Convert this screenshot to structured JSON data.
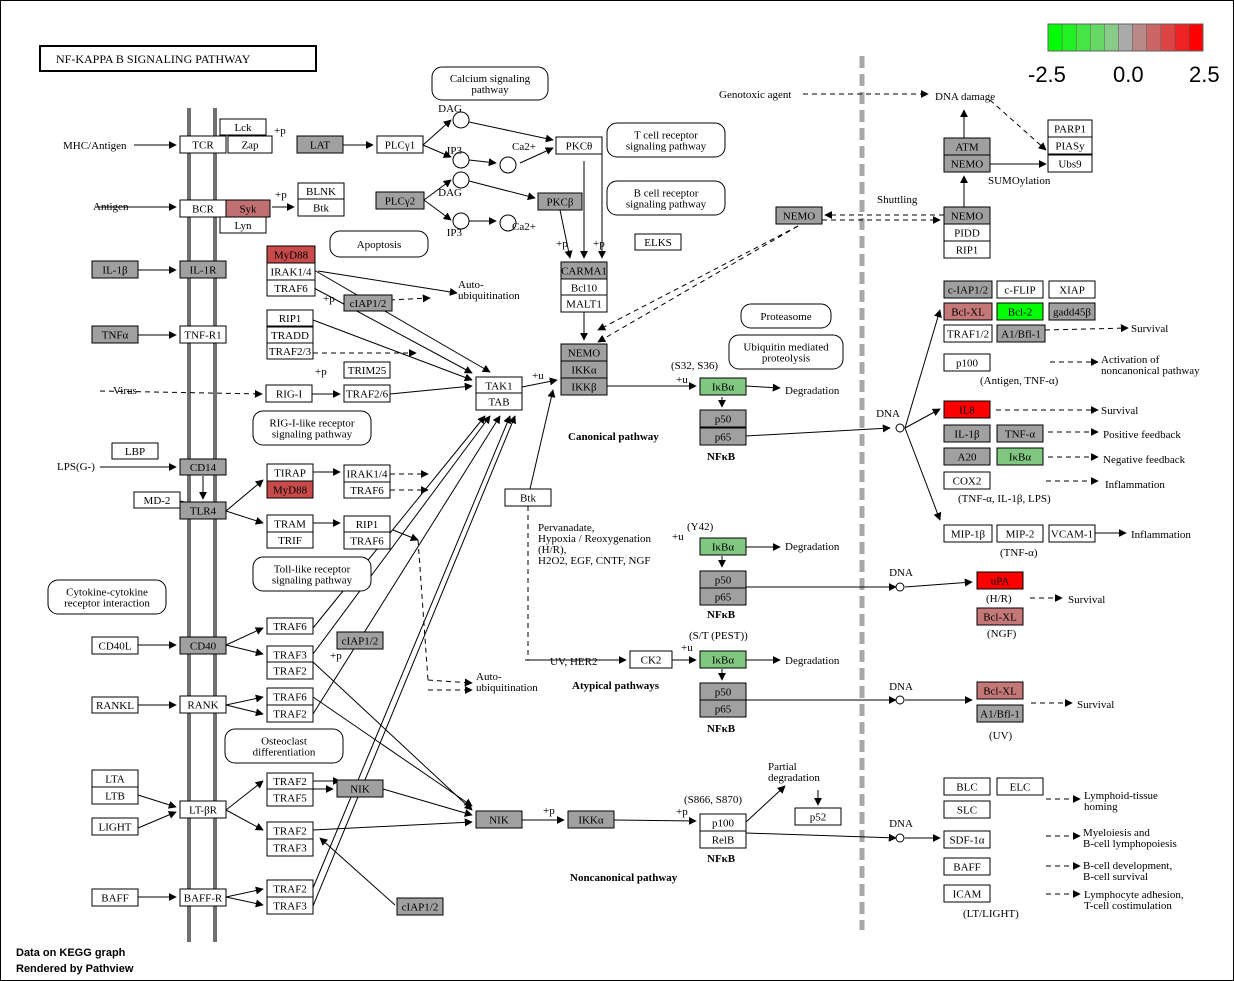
{
  "title": "NF-KAPPA B SIGNALING PATHWAY",
  "legend": {
    "labels": [
      "-2.5",
      "0.0",
      "2.5"
    ],
    "colors": [
      "#00ff00",
      "#22f222",
      "#44e544",
      "#66d866",
      "#88cb88",
      "#aaaaaa",
      "#bb8888",
      "#cc6666",
      "#dd4444",
      "#ee2222",
      "#ff0000"
    ]
  },
  "footer": {
    "line1": "Data on KEGG graph",
    "line2": "Rendered by Pathview"
  },
  "palette": {
    "gray": "#a0a0a0",
    "white": "#ffffff",
    "red": "#ff0000",
    "darkred": "#c94a4a",
    "rose": "#c07070",
    "lightred": "#c47878",
    "green": "#00ff00",
    "lightgreen": "#80c880"
  },
  "genes": [
    {
      "id": "lck",
      "label": "Lck",
      "fill": "white"
    },
    {
      "id": "tcr",
      "label": "TCR",
      "fill": "white"
    },
    {
      "id": "zap",
      "label": "Zap",
      "fill": "white"
    },
    {
      "id": "lat",
      "label": "LAT",
      "fill": "gray"
    },
    {
      "id": "plcg1",
      "label": "PLCγ1",
      "fill": "white"
    },
    {
      "id": "pkcth",
      "label": "PKCθ",
      "fill": "white"
    },
    {
      "id": "bcr",
      "label": "BCR",
      "fill": "white"
    },
    {
      "id": "syk",
      "label": "Syk",
      "fill": "rose"
    },
    {
      "id": "lyn",
      "label": "Lyn",
      "fill": "white"
    },
    {
      "id": "blnk",
      "label": "BLNK",
      "fill": "white"
    },
    {
      "id": "btk1",
      "label": "Btk",
      "fill": "white"
    },
    {
      "id": "plcg2",
      "label": "PLCγ2",
      "fill": "gray"
    },
    {
      "id": "pkcb",
      "label": "PKCβ",
      "fill": "gray"
    },
    {
      "id": "il1b_l",
      "label": "IL-1β",
      "fill": "gray"
    },
    {
      "id": "il1r",
      "label": "IL-1R",
      "fill": "gray"
    },
    {
      "id": "myd88a",
      "label": "MyD88",
      "fill": "darkred"
    },
    {
      "id": "irak14a",
      "label": "IRAK1/4",
      "fill": "white"
    },
    {
      "id": "traf6a",
      "label": "TRAF6",
      "fill": "white"
    },
    {
      "id": "ciap12a",
      "label": "cIAP1/2",
      "fill": "gray"
    },
    {
      "id": "tnfa_l",
      "label": "TNFα",
      "fill": "gray"
    },
    {
      "id": "tnfr1",
      "label": "TNF-R1",
      "fill": "white"
    },
    {
      "id": "rip1a",
      "label": "RIP1",
      "fill": "white"
    },
    {
      "id": "tradd",
      "label": "TRADD",
      "fill": "white"
    },
    {
      "id": "traf23",
      "label": "TRAF2/3",
      "fill": "white"
    },
    {
      "id": "rigi",
      "label": "RIG-I",
      "fill": "white"
    },
    {
      "id": "trim25",
      "label": "TRIM25",
      "fill": "white"
    },
    {
      "id": "traf26",
      "label": "TRAF2/6",
      "fill": "white"
    },
    {
      "id": "lbp",
      "label": "LBP",
      "fill": "white"
    },
    {
      "id": "cd14",
      "label": "CD14",
      "fill": "gray"
    },
    {
      "id": "md2",
      "label": "MD-2",
      "fill": "white"
    },
    {
      "id": "tlr4",
      "label": "TLR4",
      "fill": "gray"
    },
    {
      "id": "tirap",
      "label": "TIRAP",
      "fill": "white"
    },
    {
      "id": "myd88b",
      "label": "MyD88",
      "fill": "darkred"
    },
    {
      "id": "irak14b",
      "label": "IRAK1/4",
      "fill": "white"
    },
    {
      "id": "traf6b",
      "label": "TRAF6",
      "fill": "white"
    },
    {
      "id": "tram",
      "label": "TRAM",
      "fill": "white"
    },
    {
      "id": "trif",
      "label": "TRIF",
      "fill": "white"
    },
    {
      "id": "rip1b",
      "label": "RIP1",
      "fill": "white"
    },
    {
      "id": "traf6c",
      "label": "TRAF6",
      "fill": "white"
    },
    {
      "id": "cd40l",
      "label": "CD40L",
      "fill": "white"
    },
    {
      "id": "cd40",
      "label": "CD40",
      "fill": "gray"
    },
    {
      "id": "traf6d",
      "label": "TRAF6",
      "fill": "white"
    },
    {
      "id": "ciap12b",
      "label": "cIAP1/2",
      "fill": "gray"
    },
    {
      "id": "traf3a",
      "label": "TRAF3",
      "fill": "white"
    },
    {
      "id": "traf2a",
      "label": "TRAF2",
      "fill": "white"
    },
    {
      "id": "rankl",
      "label": "RANKL",
      "fill": "white"
    },
    {
      "id": "rank",
      "label": "RANK",
      "fill": "white"
    },
    {
      "id": "traf6e",
      "label": "TRAF6",
      "fill": "white"
    },
    {
      "id": "traf2b",
      "label": "TRAF2",
      "fill": "white"
    },
    {
      "id": "lta",
      "label": "LTA",
      "fill": "white"
    },
    {
      "id": "ltb",
      "label": "LTB",
      "fill": "white"
    },
    {
      "id": "light",
      "label": "LIGHT",
      "fill": "white"
    },
    {
      "id": "ltbr",
      "label": "LT-βR",
      "fill": "white"
    },
    {
      "id": "traf2c",
      "label": "TRAF2",
      "fill": "white"
    },
    {
      "id": "traf5",
      "label": "TRAF5",
      "fill": "white"
    },
    {
      "id": "nik_a",
      "label": "NIK",
      "fill": "gray"
    },
    {
      "id": "traf2d",
      "label": "TRAF2",
      "fill": "white"
    },
    {
      "id": "traf3b",
      "label": "TRAF3",
      "fill": "white"
    },
    {
      "id": "baff_l",
      "label": "BAFF",
      "fill": "white"
    },
    {
      "id": "baffr",
      "label": "BAFF-R",
      "fill": "white"
    },
    {
      "id": "traf2e",
      "label": "TRAF2",
      "fill": "white"
    },
    {
      "id": "traf3c",
      "label": "TRAF3",
      "fill": "white"
    },
    {
      "id": "ciap12c",
      "label": "cIAP1/2",
      "fill": "gray"
    },
    {
      "id": "carma1",
      "label": "CARMA1",
      "fill": "gray"
    },
    {
      "id": "bcl10",
      "label": "Bcl10",
      "fill": "white"
    },
    {
      "id": "malt1",
      "label": "MALT1",
      "fill": "white"
    },
    {
      "id": "elks",
      "label": "ELKS",
      "fill": "white"
    },
    {
      "id": "tak1",
      "label": "TAK1",
      "fill": "white"
    },
    {
      "id": "tab",
      "label": "TAB",
      "fill": "white"
    },
    {
      "id": "nemo_c",
      "label": "NEMO",
      "fill": "gray"
    },
    {
      "id": "ikka_c",
      "label": "IKKα",
      "fill": "gray"
    },
    {
      "id": "ikkb_c",
      "label": "IKKβ",
      "fill": "gray"
    },
    {
      "id": "ikba1",
      "label": "IκBα",
      "fill": "lightgreen"
    },
    {
      "id": "p50a",
      "label": "p50",
      "fill": "gray"
    },
    {
      "id": "p65a",
      "label": "p65",
      "fill": "gray"
    },
    {
      "id": "btk2",
      "label": "Btk",
      "fill": "white"
    },
    {
      "id": "ikba2",
      "label": "IκBα",
      "fill": "lightgreen"
    },
    {
      "id": "p50b",
      "label": "p50",
      "fill": "gray"
    },
    {
      "id": "p65b",
      "label": "p65",
      "fill": "gray"
    },
    {
      "id": "ck2",
      "label": "CK2",
      "fill": "white"
    },
    {
      "id": "ikba3",
      "label": "IκBα",
      "fill": "lightgreen"
    },
    {
      "id": "p50c",
      "label": "p50",
      "fill": "gray"
    },
    {
      "id": "p65c",
      "label": "p65",
      "fill": "gray"
    },
    {
      "id": "nik_b",
      "label": "NIK",
      "fill": "gray"
    },
    {
      "id": "ikka_n",
      "label": "IKKα",
      "fill": "gray"
    },
    {
      "id": "p100",
      "label": "p100",
      "fill": "white"
    },
    {
      "id": "relb",
      "label": "RelB",
      "fill": "white"
    },
    {
      "id": "p52",
      "label": "p52",
      "fill": "white"
    },
    {
      "id": "nemo_m",
      "label": "NEMO",
      "fill": "gray"
    },
    {
      "id": "atm",
      "label": "ATM",
      "fill": "gray"
    },
    {
      "id": "nemo_t",
      "label": "NEMO",
      "fill": "gray"
    },
    {
      "id": "parp1",
      "label": "PARP1",
      "fill": "white"
    },
    {
      "id": "piasy",
      "label": "PIASy",
      "fill": "white"
    },
    {
      "id": "ubs9",
      "label": "Ubs9",
      "fill": "white"
    },
    {
      "id": "nemo_r",
      "label": "NEMO",
      "fill": "gray"
    },
    {
      "id": "pidd",
      "label": "PIDD",
      "fill": "white"
    },
    {
      "id": "rip1c",
      "label": "RIP1",
      "fill": "white"
    },
    {
      "id": "ciap12t",
      "label": "c-IAP1/2",
      "fill": "gray"
    },
    {
      "id": "cflip",
      "label": "c-FLIP",
      "fill": "white"
    },
    {
      "id": "xiap",
      "label": "XIAP",
      "fill": "white"
    },
    {
      "id": "bclxl1",
      "label": "Bcl-XL",
      "fill": "lightred"
    },
    {
      "id": "bcl2",
      "label": "Bcl-2",
      "fill": "green"
    },
    {
      "id": "gadd45",
      "label": "gadd45β",
      "fill": "gray"
    },
    {
      "id": "traf12",
      "label": "TRAF1/2",
      "fill": "white"
    },
    {
      "id": "a1bfl1a",
      "label": "A1/Bfl-1",
      "fill": "gray"
    },
    {
      "id": "p100t",
      "label": "p100",
      "fill": "white"
    },
    {
      "id": "il8",
      "label": "IL8",
      "fill": "red"
    },
    {
      "id": "il1b_t",
      "label": "IL-1β",
      "fill": "gray"
    },
    {
      "id": "tnfa_t",
      "label": "TNF-α",
      "fill": "gray"
    },
    {
      "id": "a20",
      "label": "A20",
      "fill": "gray"
    },
    {
      "id": "ikba_t",
      "label": "IκBα",
      "fill": "lightgreen"
    },
    {
      "id": "cox2",
      "label": "COX2",
      "fill": "white"
    },
    {
      "id": "mip1b",
      "label": "MIP-1β",
      "fill": "white"
    },
    {
      "id": "mip2",
      "label": "MIP-2",
      "fill": "white"
    },
    {
      "id": "vcam1",
      "label": "VCAM-1",
      "fill": "white"
    },
    {
      "id": "upa",
      "label": "uPA",
      "fill": "red"
    },
    {
      "id": "bclxl2",
      "label": "Bcl-XL",
      "fill": "lightred"
    },
    {
      "id": "bclxl3",
      "label": "Bcl-XL",
      "fill": "lightred"
    },
    {
      "id": "a1bfl1b",
      "label": "A1/Bfl-1",
      "fill": "gray"
    },
    {
      "id": "blc",
      "label": "BLC",
      "fill": "white"
    },
    {
      "id": "elc",
      "label": "ELC",
      "fill": "white"
    },
    {
      "id": "slc",
      "label": "SLC",
      "fill": "white"
    },
    {
      "id": "sdf1a",
      "label": "SDF-1α",
      "fill": "white"
    },
    {
      "id": "baff_t",
      "label": "BAFF",
      "fill": "white"
    },
    {
      "id": "icam",
      "label": "ICAM",
      "fill": "white"
    }
  ],
  "pathways": [
    {
      "id": "calcium",
      "label": "Calcium signaling pathway"
    },
    {
      "id": "tcell",
      "label": "T cell receptor signaling pathway"
    },
    {
      "id": "bcell",
      "label": "B cell receptor signaling pathway"
    },
    {
      "id": "apoptosis",
      "label": "Apoptosis"
    },
    {
      "id": "rigi_p",
      "label": "RIG-I-like receptor signaling pathway"
    },
    {
      "id": "toll",
      "label": "Toll-like receptor signaling pathway"
    },
    {
      "id": "cytokine",
      "label": "Cytokine-cytokine receptor interaction"
    },
    {
      "id": "osteo",
      "label": "Osteoclast differentiation"
    },
    {
      "id": "proteasome",
      "label": "Proteasome"
    },
    {
      "id": "ubiq",
      "label": "Ubiquitin mediated proteolysis"
    }
  ],
  "compounds": [
    "DAG",
    "IP3",
    "Ca2+",
    "DAG",
    "IP3",
    "Ca2+",
    "DNA",
    "DNA",
    "DNA",
    "DNA"
  ],
  "labels": [
    {
      "id": "mhc",
      "text": "MHC/Antigen"
    },
    {
      "id": "antigen",
      "text": "Antigen"
    },
    {
      "id": "virus",
      "text": "Virus"
    },
    {
      "id": "lps",
      "text": "LPS(G-)"
    },
    {
      "id": "autoub1",
      "text": "Auto-ubiquitination"
    },
    {
      "id": "autoub2",
      "text": "Auto-ubiquitination"
    },
    {
      "id": "genotoxic",
      "text": "Genotoxic agent"
    },
    {
      "id": "dnadamage",
      "text": "DNA damage"
    },
    {
      "id": "sumo",
      "text": "SUMOylation"
    },
    {
      "id": "shuttling",
      "text": "Shuttling"
    },
    {
      "id": "s32",
      "text": "(S32, S36)"
    },
    {
      "id": "y42",
      "text": "(Y42)"
    },
    {
      "id": "stpest",
      "text": "(S/T (PEST))"
    },
    {
      "id": "s866",
      "text": "(S866, S870)"
    },
    {
      "id": "deg1",
      "text": "Degradation"
    },
    {
      "id": "deg2",
      "text": "Degradation"
    },
    {
      "id": "deg3",
      "text": "Degradation"
    },
    {
      "id": "partial",
      "text": "Partial degradation"
    },
    {
      "id": "canonical",
      "text": "Canonical pathway"
    },
    {
      "id": "atypical",
      "text": "Atypical pathways"
    },
    {
      "id": "noncanonical",
      "text": "Noncanonical pathway"
    },
    {
      "id": "nfkb1",
      "text": "NFκB"
    },
    {
      "id": "nfkb2",
      "text": "NFκB"
    },
    {
      "id": "nfkb3",
      "text": "NFκB"
    },
    {
      "id": "nfkb4",
      "text": "NFκB"
    },
    {
      "id": "pervan",
      "text": "Pervanadate, Hypoxia / Reoxygenation (H/R), H2O2, EGF, CNTF, NGF"
    },
    {
      "id": "uvher2",
      "text": "UV, HER2"
    },
    {
      "id": "survival1",
      "text": "Survival"
    },
    {
      "id": "actnon",
      "text": "Activation of noncanonical pathway"
    },
    {
      "id": "antigentnf",
      "text": "(Antigen, TNF-α)"
    },
    {
      "id": "survival2",
      "text": "Survival"
    },
    {
      "id": "posfb",
      "text": "Positive feedback"
    },
    {
      "id": "negfb",
      "text": "Negative feedback"
    },
    {
      "id": "inflam1",
      "text": "Inflammation"
    },
    {
      "id": "tnfil1b",
      "text": "(TNF-α, IL-1β, LPS)"
    },
    {
      "id": "inflam2",
      "text": "Inflammation"
    },
    {
      "id": "tnfa_p",
      "text": "(TNF-α)"
    },
    {
      "id": "hr",
      "text": "(H/R)"
    },
    {
      "id": "survival3",
      "text": "Survival"
    },
    {
      "id": "ngf",
      "text": "(NGF)"
    },
    {
      "id": "survival4",
      "text": "Survival"
    },
    {
      "id": "uv",
      "text": "(UV)"
    },
    {
      "id": "lymphoid",
      "text": "Lymphoid-tissue homing"
    },
    {
      "id": "myelo",
      "text": "Myeloiesis and B-cell lymphopoiesis"
    },
    {
      "id": "bcelldev",
      "text": "B-cell development, B-cell survival"
    },
    {
      "id": "lymphoadh",
      "text": "Lymphocyte adhesion, T-cell costimulation"
    },
    {
      "id": "ltlight",
      "text": "(LT/LIGHT)"
    }
  ],
  "mods": [
    "+p",
    "+p",
    "+p",
    "+p",
    "+u",
    "+u",
    "+u",
    "+u",
    "+p",
    "+p",
    "+p",
    "+p",
    "+p"
  ]
}
